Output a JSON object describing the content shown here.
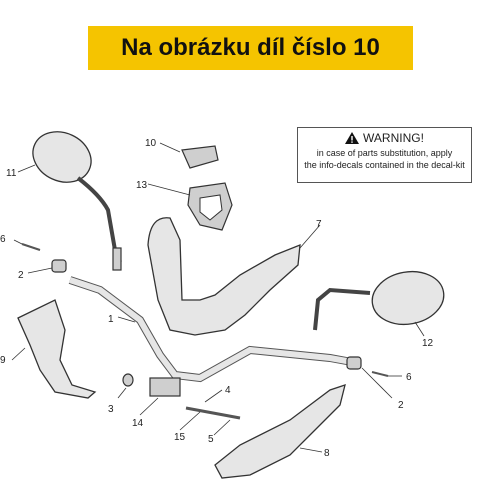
{
  "banner": {
    "title": "Na obrázku díl číslo 10",
    "color": "#f5c400"
  },
  "warning": {
    "heading": "WARNING!",
    "line1": "in case of parts substitution, apply",
    "line2": "the info-decals contained in the decal-kit",
    "icon": "warning-triangle-icon"
  },
  "callouts": [
    "1",
    "2",
    "2",
    "3",
    "4",
    "5",
    "6",
    "6",
    "7",
    "8",
    "9",
    "10",
    "11",
    "12",
    "13",
    "14",
    "15"
  ]
}
